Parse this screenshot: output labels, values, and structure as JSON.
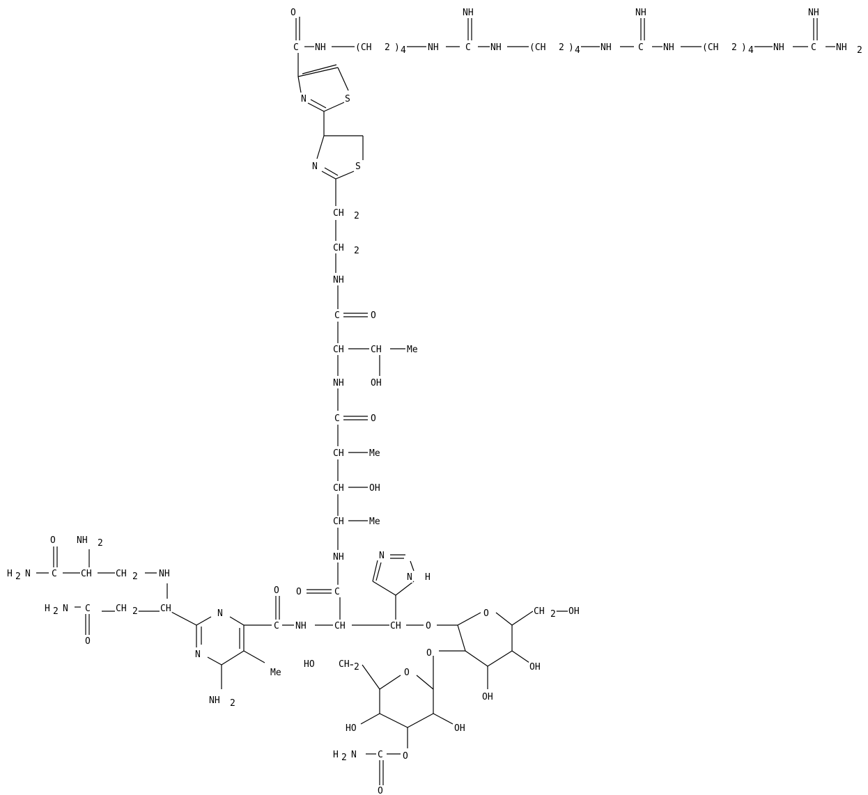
{
  "atoms": {
    "t01": "O",
    "t02": "C",
    "t03": "NH",
    "t04": "(CH",
    "t05": "2",
    "t06": ")",
    "t07": "4",
    "t08": "NH",
    "t09": "C",
    "t10": "NH",
    "t11": "NH",
    "t12": "(CH",
    "t13": "2",
    "t14": ")",
    "t15": "4",
    "t16": "NH",
    "t17": "C",
    "t18": "NH",
    "t19": "NH",
    "t20": "(CH",
    "t21": "2",
    "t22": ")",
    "t23": "4",
    "t24": "NH",
    "t25": "C",
    "t26": "NH",
    "t27": "NH",
    "t28": "2",
    "t29": "N",
    "t30": "S",
    "t31": "N",
    "t32": "S",
    "t33": "CH",
    "t34": "2",
    "t35": "CH",
    "t36": "2",
    "t37": "NH",
    "t38": "C",
    "t39": "O",
    "t40": "CH",
    "t41": "CH",
    "t42": "Me",
    "t43": "OH",
    "t44": "NH",
    "t45": "C",
    "t46": "O",
    "t47": "CH",
    "t48": "Me",
    "t49": "CH",
    "t50": "OH",
    "t51": "CH",
    "t52": "Me",
    "t53": "NH",
    "t54": "O",
    "t55": "C",
    "t56": "N",
    "t57": "N",
    "t58": "H",
    "t59": "O",
    "t60": "NH",
    "t61": "2",
    "t62": "H",
    "t63": "2",
    "t64": "N",
    "t65": "C",
    "t66": "CH",
    "t67": "CH",
    "t68": "2",
    "t69": "NH",
    "t70": "H",
    "t71": "2",
    "t72": "N",
    "t73": "C",
    "t74": "CH",
    "t75": "2",
    "t76": "CH",
    "t77": "O",
    "t78": "N",
    "t79": "O",
    "t80": "C",
    "t81": "NH",
    "t82": "CH",
    "t83": "CH",
    "t84": "O",
    "t85": "O",
    "t86": "CH",
    "t87": "2",
    "t88": "OH",
    "t89": "N",
    "t90": "Me",
    "t91": "NH",
    "t92": "2",
    "t93": "O",
    "t94": "HO",
    "t95": "CH",
    "t96": "2",
    "t97": "O",
    "t98": "OH",
    "t99": "OH",
    "t100": "HO",
    "t101": "OH",
    "t102": "O",
    "t103": "H",
    "t104": "2",
    "t105": "N",
    "t106": "C",
    "t107": "O"
  }
}
